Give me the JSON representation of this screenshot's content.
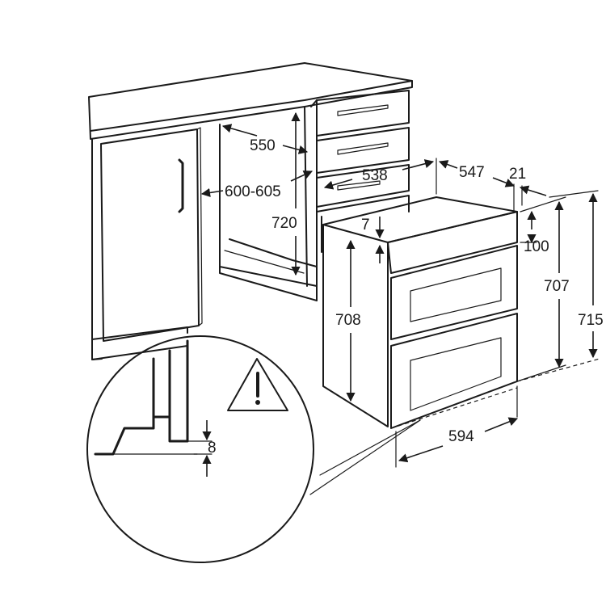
{
  "diagram": {
    "dimensions": {
      "cabinet_depth": "550",
      "cabinet_width": "600-605",
      "cabinet_height": "720",
      "oven_cutout_depth": "538",
      "oven_depth": "547",
      "front_thickness": "21",
      "top_gap": "7",
      "control_panel_height": "100",
      "oven_body_height": "708",
      "oven_front_height": "707",
      "overall_height": "715",
      "oven_width": "594",
      "detail_gap": "8"
    },
    "warning_symbol": "warning-triangle-icon",
    "line_color": "#1a1a1a",
    "background_color": "#ffffff"
  }
}
